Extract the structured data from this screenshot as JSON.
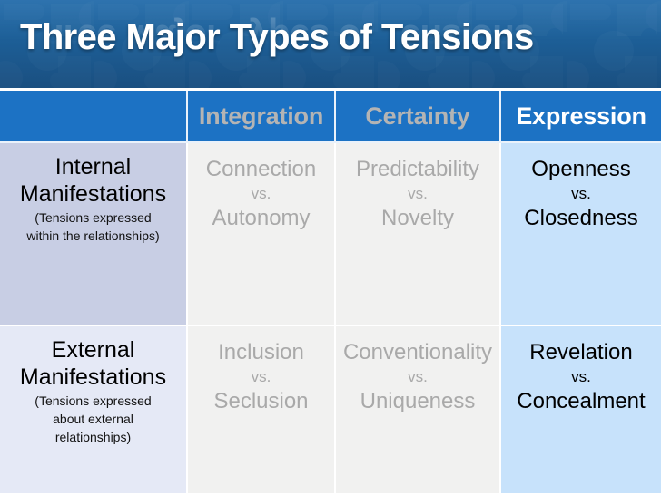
{
  "slide": {
    "title": "Three Major Types of Tensions",
    "colors": {
      "banner_top": "#1e68a8",
      "banner_bottom": "#1a4f80",
      "header_cell": "#1c72c4",
      "header_dim_text": "#b4b4b4",
      "header_bright_text": "#ffffff",
      "row1_label_bg": "#c8cee4",
      "row2_label_bg": "#e5e9f6",
      "neutral_cell_bg": "#f1f1f0",
      "highlight_cell_bg": "#c7e2fb",
      "dim_text": "#a9a9a9",
      "highlight_text": "#000000"
    }
  },
  "table": {
    "corner_label": "",
    "columns": [
      {
        "label": "Integration",
        "state": "dim"
      },
      {
        "label": "Certainty",
        "state": "dim"
      },
      {
        "label": "Expression",
        "state": "highlight"
      }
    ],
    "rows": [
      {
        "label": "Internal\nManifestations",
        "label_line1": "Internal",
        "label_line2": "Manifestations",
        "sublabel": "(Tensions expressed within the relationships)",
        "sublabel_lines": [
          "(Tensions expressed",
          "within the relationships)"
        ],
        "cells": [
          {
            "term_a": "Connection",
            "vs": "vs.",
            "term_b": "Autonomy",
            "state": "dim"
          },
          {
            "term_a": "Predictability",
            "vs": "vs.",
            "term_b": "Novelty",
            "state": "dim"
          },
          {
            "term_a": "Openness",
            "vs": "vs.",
            "term_b": "Closedness",
            "state": "highlight"
          }
        ]
      },
      {
        "label": "External\nManifestations",
        "label_line1": "External",
        "label_line2": "Manifestations",
        "sublabel": "(Tensions expressed about external relationships)",
        "sublabel_lines": [
          "(Tensions expressed",
          "about external",
          "relationships)"
        ],
        "cells": [
          {
            "term_a": "Inclusion",
            "vs": "vs.",
            "term_b": "Seclusion",
            "state": "dim"
          },
          {
            "term_a": "Conventionality",
            "vs": "vs.",
            "term_b": "Uniqueness",
            "state": "dim"
          },
          {
            "term_a": "Revelation",
            "vs": "vs.",
            "term_b": "Concealment",
            "state": "highlight"
          }
        ]
      }
    ]
  }
}
